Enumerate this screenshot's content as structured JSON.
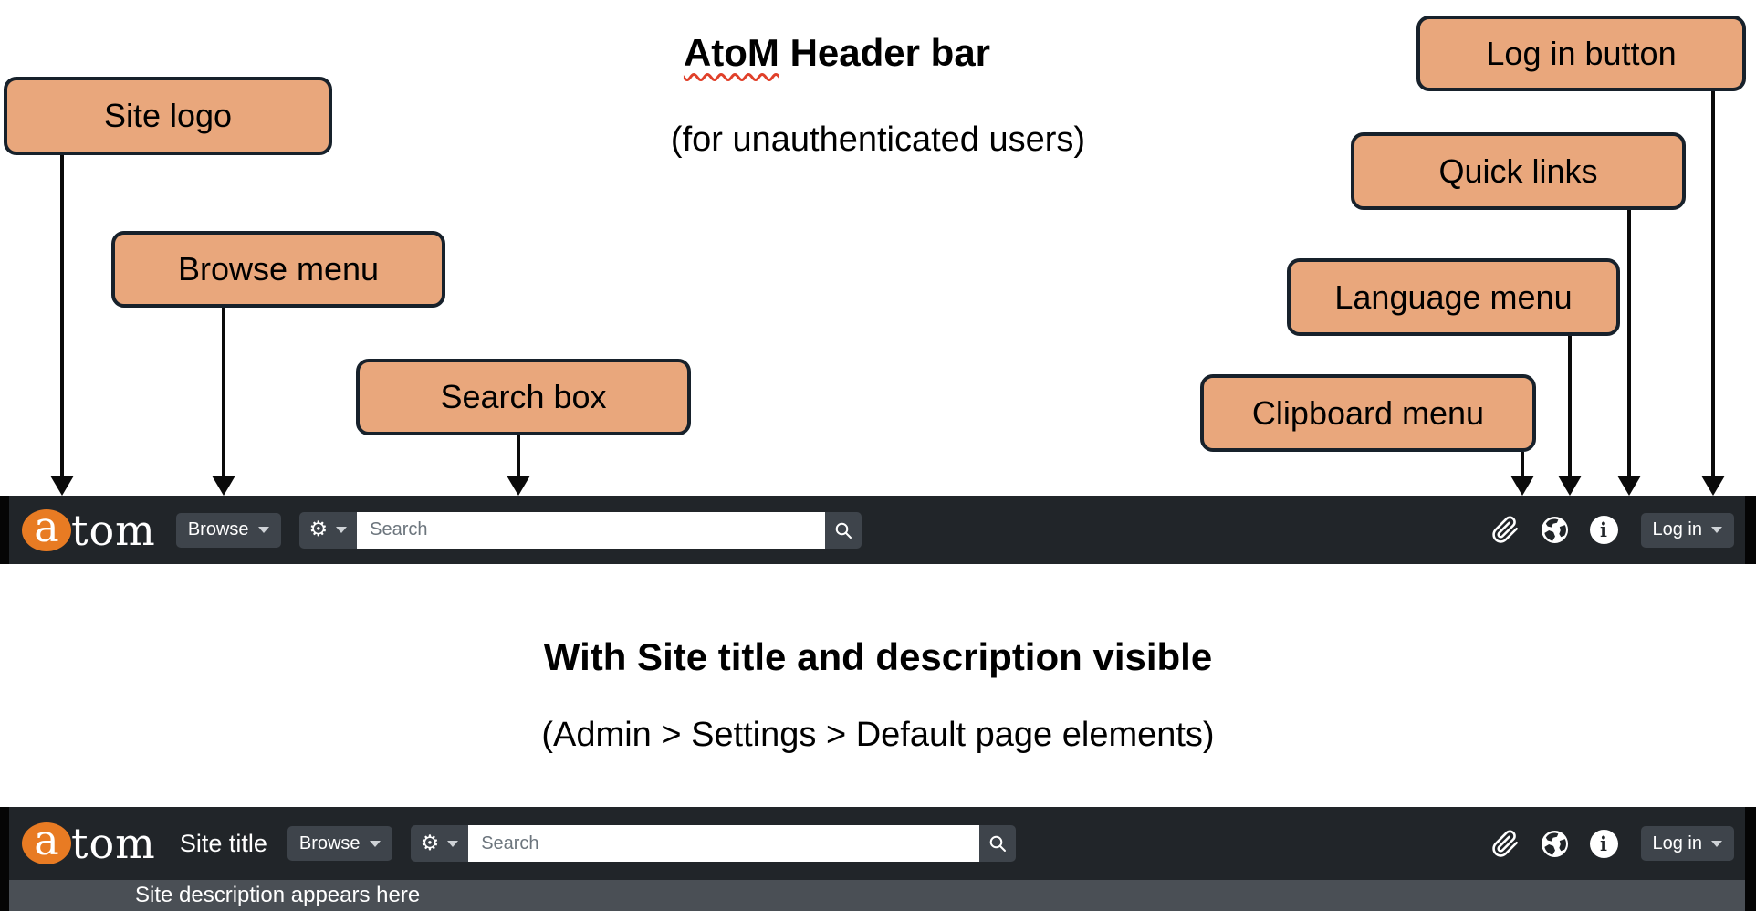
{
  "colors": {
    "navbar_bg": "#212529",
    "button_bg": "#3E444B",
    "accent_orange": "#E87B23",
    "callout_fill": "#E9A77C",
    "callout_border": "#17212B",
    "description_bar_bg": "#4A4F55",
    "squiggle_red": "#E0402A"
  },
  "section_unauth": {
    "title_word": "AtoM",
    "title_rest": "Header bar",
    "subtitle": "(for unauthenticated users)"
  },
  "callouts": {
    "site_logo": "Site logo",
    "browse_menu": "Browse menu",
    "search_box": "Search box",
    "clipboard_menu": "Clipboard menu",
    "language_menu": "Language menu",
    "quick_links": "Quick links",
    "login_button": "Log in button"
  },
  "section_site_title": {
    "title": "With Site title and description visible",
    "subtitle": "(Admin > Settings > Default page elements)"
  },
  "navbar": {
    "logo_a": "a",
    "logo_tom": "tom",
    "browse_label": "Browse",
    "search_placeholder": "Search",
    "login_label": "Log in",
    "glyphs": {
      "gear": "⚙",
      "info": "i"
    },
    "icon_names": [
      "paperclip-icon",
      "globe-icon",
      "info-icon",
      "gear-icon",
      "magnifier-icon",
      "caret-down-icon"
    ]
  },
  "navbar_with_title": {
    "site_title": "Site title",
    "site_description": "Site description appears here"
  }
}
